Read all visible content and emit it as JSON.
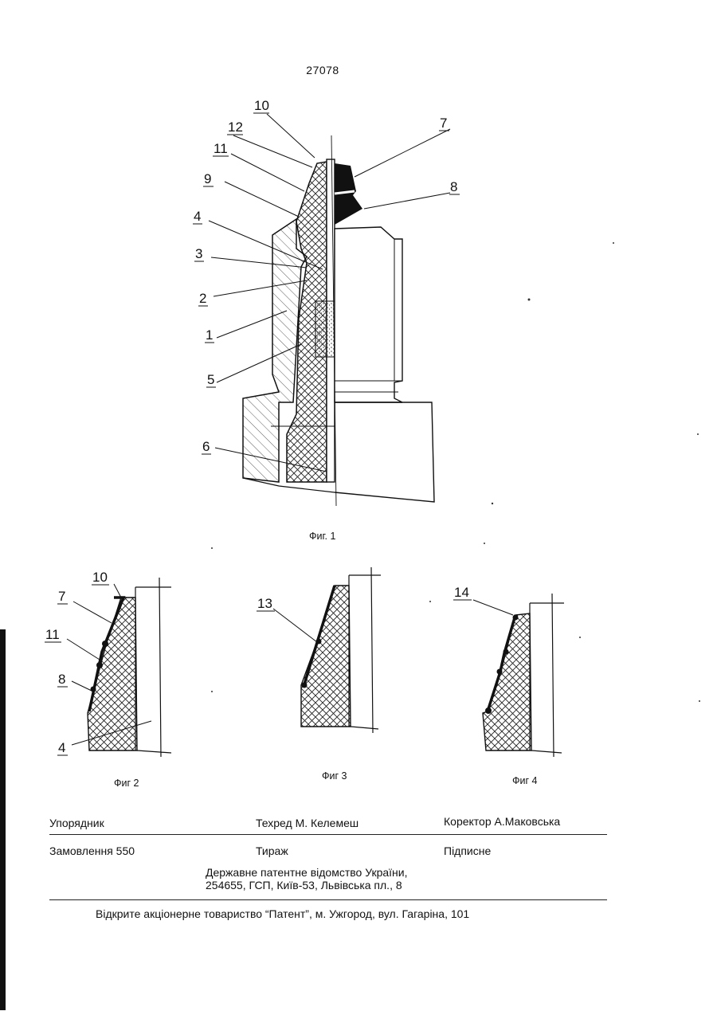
{
  "page_number": "27078",
  "figures": {
    "fig1": {
      "caption": "Фиг. 1",
      "labels": [
        "10",
        "12",
        "11",
        "9",
        "4",
        "3",
        "2",
        "1",
        "5",
        "6",
        "7",
        "8"
      ]
    },
    "fig2": {
      "caption": "Фиг 2",
      "labels": [
        "10",
        "7",
        "11",
        "8",
        "4"
      ]
    },
    "fig3": {
      "caption": "Фиг 3",
      "labels": [
        "13"
      ]
    },
    "fig4": {
      "caption": "Фиг 4",
      "labels": [
        "14"
      ]
    }
  },
  "footer": {
    "compiler": "Упорядник",
    "techred": "Техред М. Келемеш",
    "corrector": "Коректор А.Маковська",
    "order": "Замовлення 550",
    "circulation": "Тираж",
    "subscription": "Підписне",
    "office_line1": "Державне патентне відомство України,",
    "office_line2": "254655, ГСП, Київ-53, Львівська пл., 8",
    "publisher": "Відкрите акціонерне товариство “Патент”, м. Ужгород, вул. Гагаріна, 101"
  }
}
